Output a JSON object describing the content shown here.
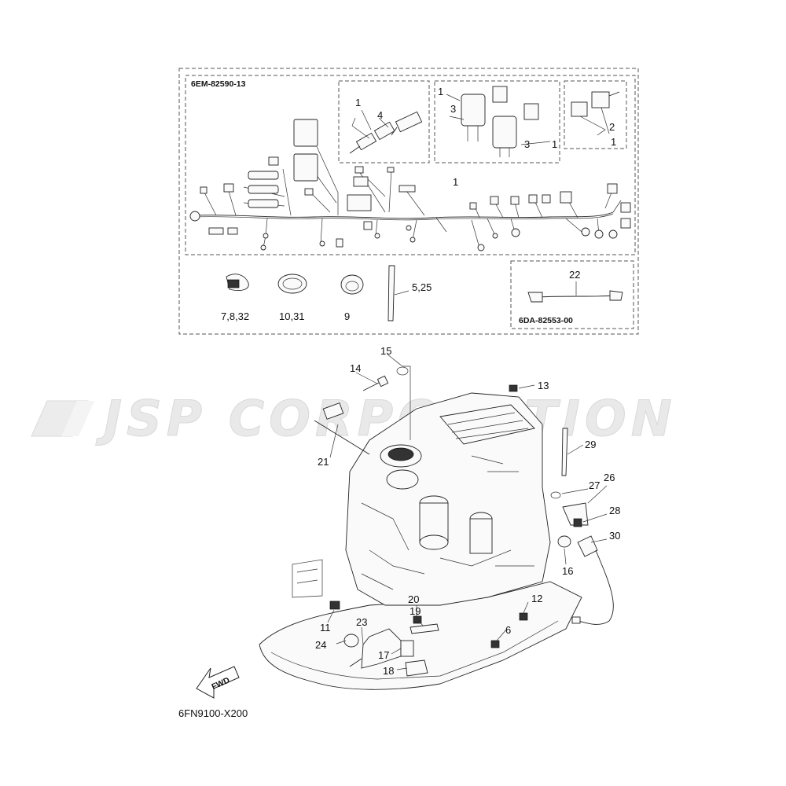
{
  "watermark": "JSP CORPORATION",
  "diagram_code": "6FN9100-X200",
  "fwd_label": "FWD",
  "harness_box": {
    "part_no": "6EM-82590-13"
  },
  "lead_box": {
    "part_no": "6DA-82553-00",
    "callout": "22"
  },
  "inset_callouts": {
    "a_1": "1",
    "a_4": "4",
    "b_1": "1",
    "b_3a": "3",
    "b_3b": "3",
    "b_1b": "1",
    "c_1": "1",
    "c_2": "2",
    "c_1b": "1",
    "harness_1": "1"
  },
  "clamp_callouts": {
    "clamp1": "7,8,32",
    "clamp2": "10,31",
    "clamp3": "9",
    "tie": "5,25"
  },
  "engine_callouts": {
    "c15": "15",
    "c14": "14",
    "c13": "13",
    "c21": "21",
    "c29": "29",
    "c26": "26",
    "c27": "27",
    "c28": "28",
    "c30": "30",
    "c16": "16",
    "c11": "11",
    "c20": "20",
    "c19": "19",
    "c12": "12",
    "c23": "23",
    "c6": "6",
    "c24": "24",
    "c17": "17",
    "c18": "18"
  }
}
